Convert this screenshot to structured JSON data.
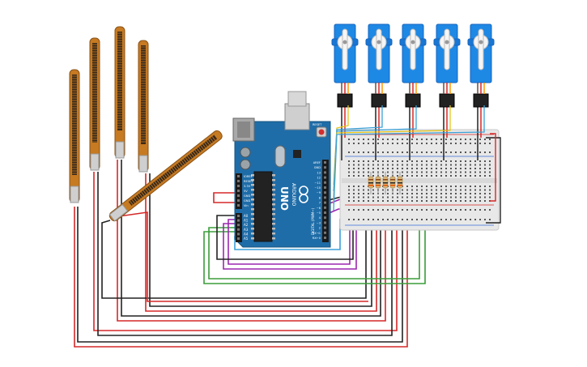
{
  "arduino": {
    "brand": "ARDUINO",
    "model": "UNO",
    "power_labels": [
      "IOREF",
      "RESET",
      "3.3V",
      "5V",
      "GND",
      "GND",
      "Vin"
    ],
    "analog_labels": [
      "A0",
      "A1",
      "A2",
      "A3",
      "A4",
      "A5"
    ],
    "digital_labels": [
      "AREF",
      "GND",
      "13",
      "12",
      "~11",
      "~10",
      "~9",
      "8",
      "7",
      "~6",
      "~5",
      "4",
      "~3",
      "2",
      "TX→1",
      "RX←0"
    ],
    "digital_header": "DIGITAL (PWM~)",
    "reset_label": "RESET"
  },
  "components": {
    "flex_sensor_count": 5,
    "servo_count": 5,
    "resistor_count": 5
  },
  "colors": {
    "board": "#1f6da8",
    "breadboard": "#e8e8e8",
    "servo": "#1e88e5",
    "flex": "#c67a22",
    "wire_red": "#d62828",
    "wire_black": "#222222",
    "wire_green": "#3a9d3a",
    "wire_purple": "#9c27b0",
    "wire_yellow": "#e6c619",
    "wire_blue": "#3aa0d8"
  }
}
